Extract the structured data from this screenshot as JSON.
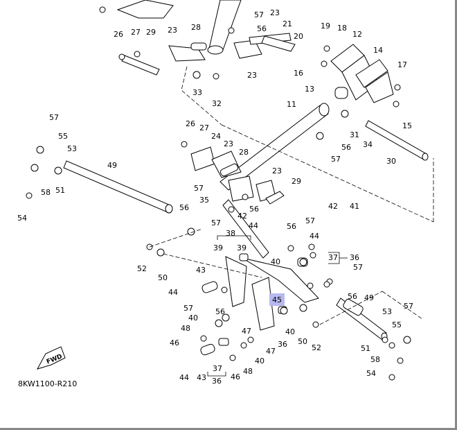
{
  "diagram": {
    "code": "8KW1100-R210",
    "fwd_label": "FWD",
    "highlight_color": "#b8b8f0",
    "highlighted_part": "45",
    "callouts": [
      {
        "id": "c1",
        "label": "23"
      },
      {
        "id": "c2",
        "label": "57"
      },
      {
        "id": "c3",
        "label": "56"
      },
      {
        "id": "c4",
        "label": "21"
      },
      {
        "id": "c5",
        "label": "19"
      },
      {
        "id": "c6",
        "label": "18"
      },
      {
        "id": "c7",
        "label": "12"
      },
      {
        "id": "c8",
        "label": "20"
      },
      {
        "id": "c9",
        "label": "14"
      },
      {
        "id": "c10",
        "label": "17"
      },
      {
        "id": "c11",
        "label": "16"
      },
      {
        "id": "c12",
        "label": "26"
      },
      {
        "id": "c13",
        "label": "27"
      },
      {
        "id": "c14",
        "label": "29"
      },
      {
        "id": "c15",
        "label": "23"
      },
      {
        "id": "c16",
        "label": "28"
      },
      {
        "id": "c17",
        "label": "23"
      },
      {
        "id": "c18",
        "label": "33"
      },
      {
        "id": "c19",
        "label": "32"
      },
      {
        "id": "c20",
        "label": "13"
      },
      {
        "id": "c21",
        "label": "11"
      },
      {
        "id": "c22",
        "label": "15"
      },
      {
        "id": "c23",
        "label": "31"
      },
      {
        "id": "c24",
        "label": "34"
      },
      {
        "id": "c25",
        "label": "56"
      },
      {
        "id": "c26",
        "label": "57"
      },
      {
        "id": "c27",
        "label": "30"
      },
      {
        "id": "c28",
        "label": "57"
      },
      {
        "id": "c29",
        "label": "55"
      },
      {
        "id": "c30",
        "label": "53"
      },
      {
        "id": "c31",
        "label": "49"
      },
      {
        "id": "c32",
        "label": "58"
      },
      {
        "id": "c33",
        "label": "51"
      },
      {
        "id": "c34",
        "label": "54"
      },
      {
        "id": "c35",
        "label": "26"
      },
      {
        "id": "c36",
        "label": "27"
      },
      {
        "id": "c37",
        "label": "24"
      },
      {
        "id": "c38",
        "label": "23"
      },
      {
        "id": "c39",
        "label": "28"
      },
      {
        "id": "c40",
        "label": "23"
      },
      {
        "id": "c41",
        "label": "29"
      },
      {
        "id": "c42",
        "label": "57"
      },
      {
        "id": "c43",
        "label": "35"
      },
      {
        "id": "c44",
        "label": "56"
      },
      {
        "id": "c45",
        "label": "56"
      },
      {
        "id": "c46",
        "label": "57"
      },
      {
        "id": "c47",
        "label": "42"
      },
      {
        "id": "c48",
        "label": "44"
      },
      {
        "id": "c49",
        "label": "38"
      },
      {
        "id": "c50",
        "label": "39"
      },
      {
        "id": "c51",
        "label": "39"
      },
      {
        "id": "c52",
        "label": "40"
      },
      {
        "id": "c53",
        "label": "42"
      },
      {
        "id": "c54",
        "label": "41"
      },
      {
        "id": "c55",
        "label": "56"
      },
      {
        "id": "c56",
        "label": "57"
      },
      {
        "id": "c57",
        "label": "44"
      },
      {
        "id": "c58",
        "label": "37"
      },
      {
        "id": "c59",
        "label": "36"
      },
      {
        "id": "c60",
        "label": "57"
      },
      {
        "id": "c61",
        "label": "52"
      },
      {
        "id": "c62",
        "label": "50"
      },
      {
        "id": "c63",
        "label": "43"
      },
      {
        "id": "c64",
        "label": "44"
      },
      {
        "id": "c65",
        "label": "57"
      },
      {
        "id": "c66",
        "label": "56"
      },
      {
        "id": "c67",
        "label": "40"
      },
      {
        "id": "c68",
        "label": "47"
      },
      {
        "id": "c69",
        "label": "48"
      },
      {
        "id": "c70",
        "label": "46"
      },
      {
        "id": "c71",
        "label": "40"
      },
      {
        "id": "c72",
        "label": "56"
      },
      {
        "id": "c73",
        "label": "49"
      },
      {
        "id": "c74",
        "label": "53"
      },
      {
        "id": "c75",
        "label": "57"
      },
      {
        "id": "c76",
        "label": "55"
      },
      {
        "id": "c77",
        "label": "50"
      },
      {
        "id": "c78",
        "label": "52"
      },
      {
        "id": "c79",
        "label": "36"
      },
      {
        "id": "c80",
        "label": "47"
      },
      {
        "id": "c81",
        "label": "40"
      },
      {
        "id": "c82",
        "label": "48"
      },
      {
        "id": "c83",
        "label": "46"
      },
      {
        "id": "c84",
        "label": "37"
      },
      {
        "id": "c85",
        "label": "36"
      },
      {
        "id": "c86",
        "label": "44"
      },
      {
        "id": "c87",
        "label": "43"
      },
      {
        "id": "c88",
        "label": "51"
      },
      {
        "id": "c89",
        "label": "58"
      },
      {
        "id": "c90",
        "label": "54"
      }
    ]
  }
}
